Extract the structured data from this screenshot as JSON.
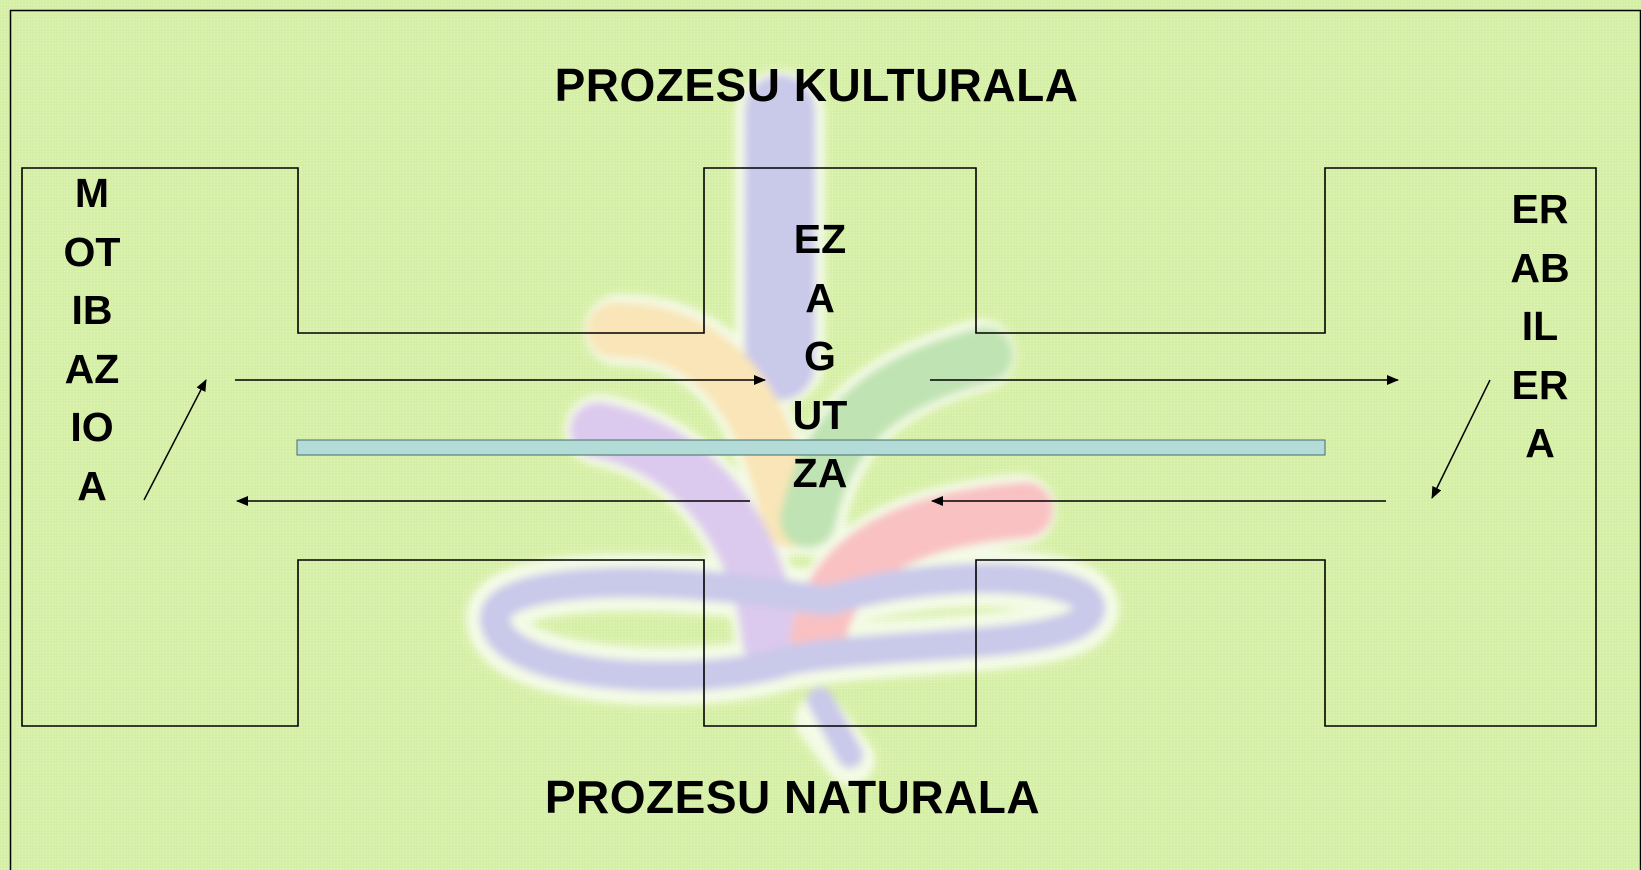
{
  "diagram": {
    "title_top": "PROZESU KULTURALA",
    "title_bottom": "PROZESU NATURALA",
    "left_label": "MOTIBAZIOA",
    "center_label": "EZAGUTZA",
    "right_label": "ERABILERA"
  },
  "colors": {
    "background": "#d6efa6",
    "frame": "#000000",
    "divider_bar": "#b3dcd8",
    "watermark_blue": "#c9c7ee",
    "watermark_yellow": "#fbe5b8",
    "watermark_green": "#bfe3b4",
    "watermark_purple": "#ddc9f2",
    "watermark_red": "#fbbfc4"
  },
  "icons": {
    "watermark": "plant-logo-watermark",
    "arrows": "arrow-right, arrow-left, arrow-diagonal"
  }
}
